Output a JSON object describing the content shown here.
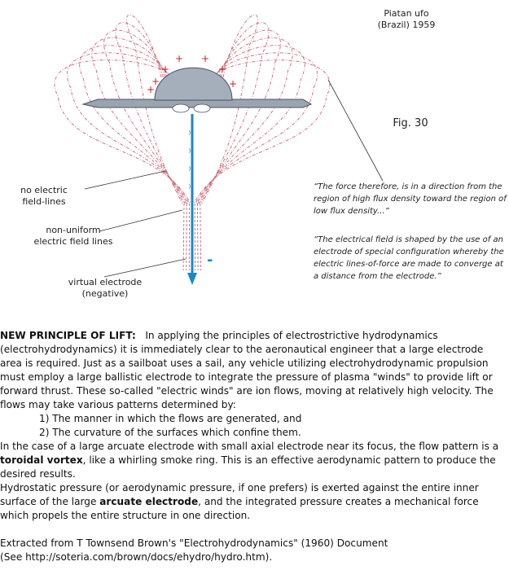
{
  "figure": {
    "title_line1": "Piatan ufo",
    "title_line2": "(Brazil) 1959",
    "fig_label": "Fig. 30",
    "label_no_field_1": "no electric",
    "label_no_field_2": "field-lines",
    "label_nonuniform_1": "non-uniform",
    "label_nonuniform_2": "electric field lines",
    "label_virtual_1": "virtual electrode",
    "label_virtual_2": "(negative)",
    "plus_sign": "+",
    "minus_sign": "-",
    "quote1": "“The force therefore, is in a direction from the region of high flux density toward the region of low flux density...”",
    "quote2": "“The electrical field is shaped by the use of an electrode of special configuration whereby the electric lines-of-force are made to converge at a distance from the electrode.”",
    "colors": {
      "field_lines": "#cc6677",
      "axis": "#1a88cc",
      "saucer": "#9aa5b1",
      "plus": "#cc2222"
    }
  },
  "text": {
    "heading": "NEW PRINCIPLE OF LIFT:",
    "p1": "In applying the principles of electrostrictive hydrodynamics (electrohydrodynamics) it is immediately clear to the aeronautical engineer that a large electrode area is required. Just as a sailboat uses a sail, any vehicle utilizing electrohydrodynamic propulsion must employ a large ballistic electrode to integrate the pressure of plasma \"winds\" to provide lift or forward thrust. These so-called \"electric winds\" are ion flows, moving at relatively high velocity. The flows may take various patterns determined by:",
    "item1": "1) The manner in which the flows are generated, and",
    "item2": "2) The curvature of the surfaces which confine them.",
    "p2_before": "In the case of a large arcuate electrode with small axial electrode near its focus, the flow pattern is a",
    "p2_bold": "toroidal vortex",
    "p2_after": ", like a whirling smoke ring. This is an effective aerodynamic pattern to produce the desired results.",
    "p3_before": "Hydrostatic pressure (or aerodynamic pressure, if one prefers) is exerted against the entire inner surface of the large",
    "p3_bold": "arcuate electrode",
    "p3_after": ", and the integrated pressure creates a mechanical force which propels the entire structure in one direction.",
    "source1": "Extracted from T Townsend Brown's \"Electrohydrodynamics\" (1960) Document",
    "source2": "(See http://soteria.com/brown/docs/ehydro/hydro.htm)."
  }
}
